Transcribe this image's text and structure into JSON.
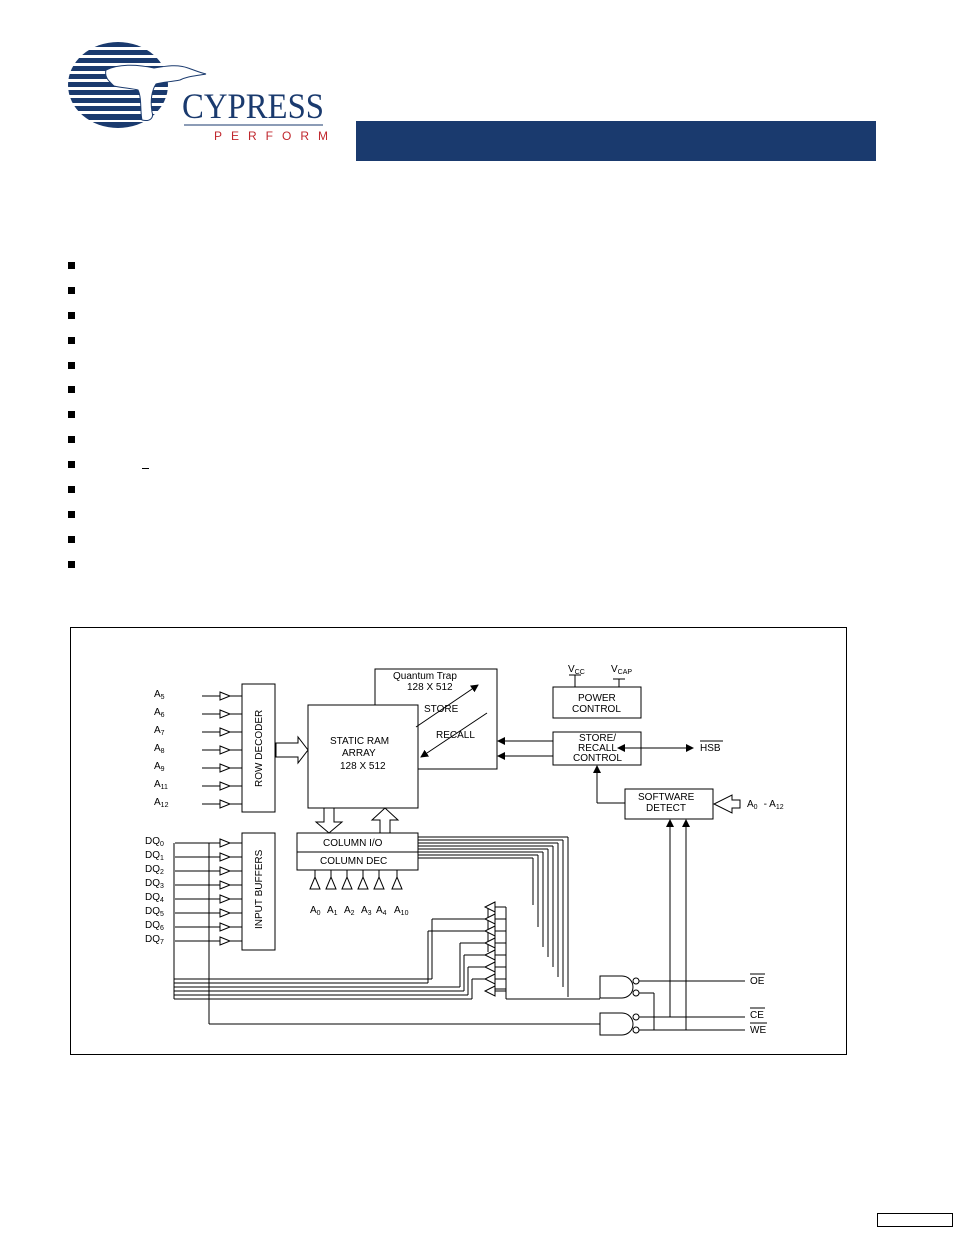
{
  "logo": {
    "brand": "CYPRESS",
    "tagline": "PERFORM",
    "brand_color": "#1a3a6e",
    "tagline_color": "#c0272d"
  },
  "title_bar": {
    "color": "#1a3a6e"
  },
  "features": {
    "count": 13
  },
  "diagram": {
    "quantum_trap": {
      "title": "Quantum Trap",
      "size": "128 X 512"
    },
    "store_label": "STORE",
    "recall_label": "RECALL",
    "sram": {
      "line1": "STATIC RAM",
      "line2": "ARRAY",
      "line3": "128 X 512"
    },
    "row_decoder": "ROW DECODER",
    "input_buffers": "INPUT BUFFERS",
    "column_io": "COLUMN I/O",
    "column_dec": "COLUMN DEC",
    "power_control": {
      "line1": "POWER",
      "line2": "CONTROL"
    },
    "store_recall_control": {
      "line1": "STORE/",
      "line2": "RECALL",
      "line3": "CONTROL"
    },
    "software_detect": {
      "line1": "SOFTWARE",
      "line2": "DETECT"
    },
    "vcc": {
      "base": "V",
      "sub": "CC"
    },
    "vcap": {
      "base": "V",
      "sub": "CAP"
    },
    "hsb": "HSB",
    "oe": "OE",
    "ce": "CE",
    "we": "WE",
    "sw_addr": {
      "a": "A",
      "a_sub": "0",
      "dash": "- A",
      "b_sub": "12"
    },
    "row_addr": [
      {
        "base": "A",
        "sub": "5"
      },
      {
        "base": "A",
        "sub": "6"
      },
      {
        "base": "A",
        "sub": "7"
      },
      {
        "base": "A",
        "sub": "8"
      },
      {
        "base": "A",
        "sub": "9"
      },
      {
        "base": "A",
        "sub": "11"
      },
      {
        "base": "A",
        "sub": "12"
      }
    ],
    "col_addr": [
      {
        "base": "A",
        "sub": "0"
      },
      {
        "base": "A",
        "sub": "1"
      },
      {
        "base": "A",
        "sub": "2"
      },
      {
        "base": "A",
        "sub": "3"
      },
      {
        "base": "A",
        "sub": "4"
      },
      {
        "base": "A",
        "sub": "10"
      }
    ],
    "dq": [
      {
        "base": "DQ",
        "sub": "0"
      },
      {
        "base": "DQ",
        "sub": "1"
      },
      {
        "base": "DQ",
        "sub": "2"
      },
      {
        "base": "DQ",
        "sub": "3"
      },
      {
        "base": "DQ",
        "sub": "4"
      },
      {
        "base": "DQ",
        "sub": "5"
      },
      {
        "base": "DQ",
        "sub": "6"
      },
      {
        "base": "DQ",
        "sub": "7"
      }
    ]
  }
}
